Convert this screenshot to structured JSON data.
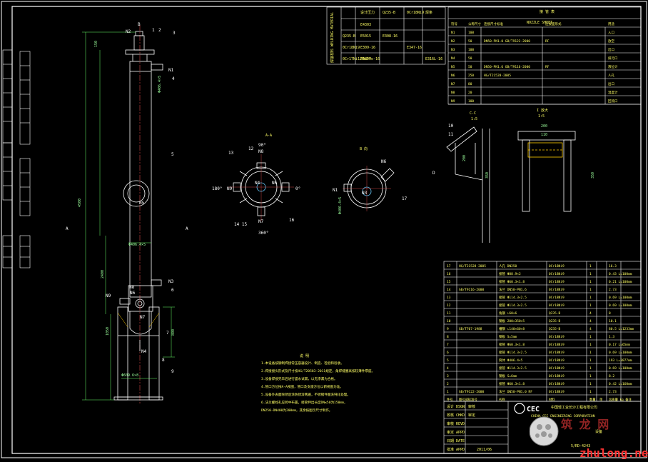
{
  "elevation": {
    "labels": {
      "n2": "N2",
      "b": "B",
      "p1": "1",
      "p2": "2",
      "p3": "3",
      "n1": "N1",
      "p4": "4",
      "p5": "5",
      "n5": "N5",
      "a": "A",
      "n3": "N3",
      "n9": "N9",
      "n8": "N8",
      "n6": "N6",
      "n7": "N7",
      "n4": "N4",
      "p6": "6",
      "p7": "7",
      "p8": "8",
      "p9": "9"
    },
    "dims": {
      "overall": "4500",
      "lower": "2400",
      "skirt": "1050",
      "top": "150",
      "shell": "Φ406.4×5",
      "shell_top": "Φ406.4×5",
      "skirt_dia": "Φ609.6×8",
      "right": "800"
    }
  },
  "section_aa": {
    "title": "A-A",
    "a90": "90°",
    "a180": "180°",
    "a0": "0°",
    "a360": "360°",
    "n8": "N8",
    "p12": "12",
    "p13": "13",
    "n9": "N9",
    "n4": "N4",
    "n6": "N6",
    "n7": "N7",
    "p14": "14 15",
    "p16": "16"
  },
  "section_b": {
    "title": "B 向",
    "n6": "N6",
    "n1": "N1",
    "n3": "N3",
    "p17": "17",
    "dim": "Φ406.4×5"
  },
  "detail_cc": {
    "title": "C-C",
    "scale": "1:5",
    "p10": "10",
    "p11": "11",
    "d": "D",
    "dim1": "200",
    "dim2": "350"
  },
  "detail_i": {
    "title": "I 放大",
    "scale": "1:5",
    "width": "200",
    "height": "350",
    "inner": "110"
  },
  "design_table": {
    "h1": "设计压力",
    "h2": "Q235-B",
    "h3": "0Cr18Ni9",
    "h4": "焊条",
    "r1": "E4303",
    "r2a": "Q235-B",
    "r2b": "E5015",
    "r2c": "E308-16",
    "r3a": "0Cr18Ni9",
    "r3b": "E309-16",
    "r3c": "E347-16",
    "r4a": "0Cr17Ni12Mo2",
    "r4b": "E309Mo-16",
    "r4c": "E316L-16",
    "side": "焊接材料 WELDING MATERIAL"
  },
  "nozzle_sheet": {
    "title_cn": "接 管 表",
    "title": "NOZZLE SHEET",
    "headers": [
      "符号",
      "公称尺寸",
      "连接尺寸标准",
      "连接面形式",
      "用途"
    ],
    "rows": [
      [
        "N1",
        "100",
        "",
        "",
        "入口"
      ],
      [
        "N2",
        "50",
        "DN50-PN1.0 GB/T9122-2000",
        "RF",
        "放空"
      ],
      [
        "N3",
        "100",
        "",
        "",
        "出口"
      ],
      [
        "N4",
        "50",
        "",
        "",
        "排污口"
      ],
      [
        "N5",
        "50",
        "DN50-PN1.6 GB/T9116-2000",
        "RF",
        "液位计"
      ],
      [
        "N6",
        "250",
        "HG/T21528-2005",
        "",
        "人孔"
      ],
      [
        "N7",
        "80",
        "",
        "",
        "出口"
      ],
      [
        "N8",
        "20",
        "",
        "",
        "温度计"
      ],
      [
        "N9",
        "100",
        "",
        "",
        "回流口"
      ]
    ]
  },
  "notes": {
    "title": "说  明",
    "lines": [
      "1.本设备按钢制焊接常压容器设计、制造、检验和验收。",
      "2.焊接接头形式及尺寸按HG/T20583-2011规定，角焊缝腰高按较薄件厚度。",
      "3.设备焊接完毕后进行盛水试漏，以无渗漏为合格。",
      "4.管口方位按A-A视图，管口及支座方位以俯视图为准。",
      "5.设备外表面除锈后涂防锈漆两遍，不锈钢件酸洗钝化处理。",
      "6.法兰螺栓孔应跨中布置，接管伸出长度DN≤50为150mm，",
      "  DN250-DN400为200mm，其余按图示尺寸制作。"
    ]
  },
  "bom": {
    "rows": [
      [
        "17",
        "HG/T21528-2005",
        "人孔 DN250",
        "0Cr18Ni9",
        "1",
        "",
        "16.3"
      ],
      [
        "16",
        "",
        "接管 Φ88.9×2",
        "0Cr18Ni9",
        "1",
        "",
        "0.43 L=100mm"
      ],
      [
        "15",
        "",
        "接管 Φ60.3×1.8",
        "0Cr18Ni9",
        "1",
        "",
        "0.21 L=100mm"
      ],
      [
        "14",
        "GB/T9116-2000",
        "法兰 DN50-PN1.6",
        "0Cr18Ni9",
        "1",
        "",
        "2.73"
      ],
      [
        "13",
        "",
        "接管 Φ114.3×2.5",
        "0Cr18Ni9",
        "1",
        "",
        "0.69 L=100mm"
      ],
      [
        "12",
        "",
        "接管 Φ114.3×2.5",
        "0Cr18Ni9",
        "1",
        "",
        "0.69 L=100mm"
      ],
      [
        "11",
        "",
        "角钢 ∟60×6",
        "Q235-B",
        "4",
        "",
        "8"
      ],
      [
        "10",
        "",
        "钢板 200×350×5",
        "Q235-B",
        "4",
        "",
        "10.1"
      ],
      [
        "9",
        "GB/T707-1988",
        "槽钢 ∟140×60×8",
        "Q235-B",
        "4",
        "",
        "80.5 L=1233mm"
      ],
      [
        "8",
        "",
        "钢板 S=5mm",
        "0Cr18Ni9",
        "1",
        "",
        "1.3"
      ],
      [
        "7",
        "",
        "接管 Φ60.3×1.8",
        "0Cr18Ni9",
        "1",
        "",
        "0.17 L=65mm"
      ],
      [
        "6",
        "",
        "接管 Φ114.3×2.5",
        "0Cr18Ni9",
        "1",
        "",
        "0.69 L=100mm"
      ],
      [
        "5",
        "",
        "筒体 Φ406.4×5",
        "0Cr18Ni9",
        "1",
        "",
        "193 L=3877mm"
      ],
      [
        "4",
        "",
        "接管 Φ114.3×2.5",
        "0Cr18Ni9",
        "1",
        "",
        "0.69 L=100mm"
      ],
      [
        "3",
        "",
        "钢板 S=6mm",
        "0Cr18Ni9",
        "1",
        "",
        "8.2"
      ],
      [
        "2",
        "",
        "接管 Φ60.3×1.8",
        "0Cr18Ni9",
        "1",
        "",
        "0.42 L=160mm"
      ],
      [
        "1",
        "GB/T9122-2000",
        "法兰 DN50-PN1.0 RF",
        "0Cr18Ni9",
        "1",
        "",
        "2.73"
      ]
    ],
    "header": [
      "件号",
      "图号或标准号",
      "名称",
      "材料",
      "数量",
      "单",
      "总质量 kg 备注"
    ]
  },
  "title_block": {
    "r1": "设计 DSGN",
    "r1b": "审核",
    "r2": "校核 CHKD",
    "r2b": "审定",
    "r3": "审核 REVD",
    "r4": "审定 APPD",
    "r5": "日期 DATE",
    "r5b": "",
    "r6": "批准 APPD",
    "date": "2011/06",
    "logo_mark": "CEC",
    "company_cn": "中国轻工业长沙工程有限公司",
    "company_en": "CHINA CEC ENGINEERING CORPORATION",
    "drawing_no": "设备",
    "code": "5/RD-4243"
  },
  "watermark": {
    "cn": "筑 龙 网",
    "site": "zhulong.net"
  }
}
